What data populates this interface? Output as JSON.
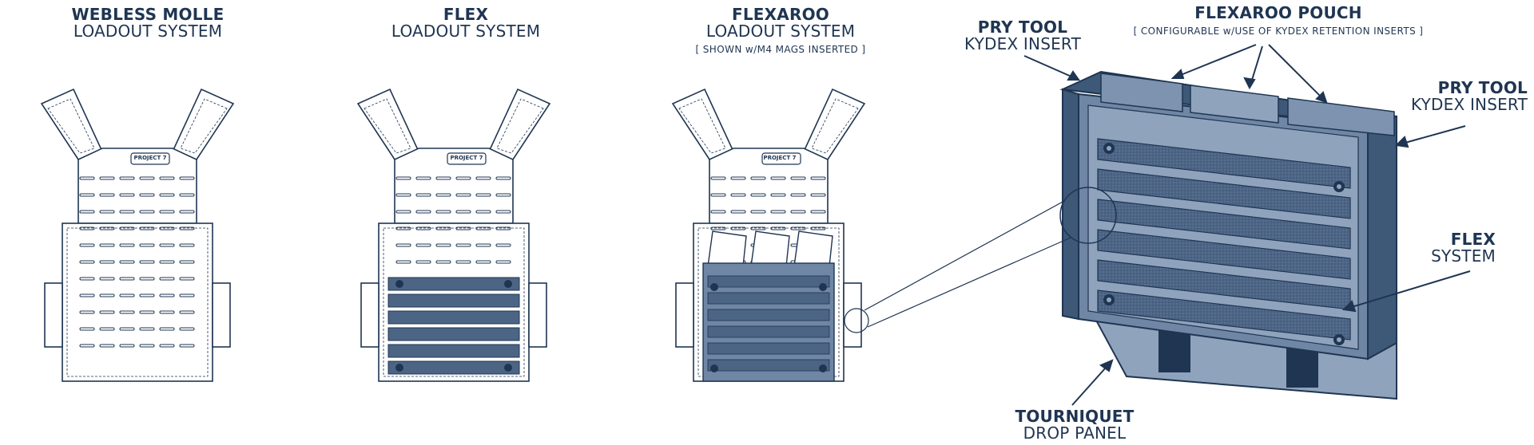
{
  "vest_1": {
    "title_bold": "WEBLESS MOLLE",
    "title_regular": "LOADOUT SYSTEM"
  },
  "vest_2": {
    "title_bold": "FLEX",
    "title_regular": "LOADOUT SYSTEM"
  },
  "vest_3": {
    "title_bold": "FLEXAROO",
    "title_regular": "LOADOUT SYSTEM",
    "note": "[ SHOWN w/M4 MAGS INSERTED ]"
  },
  "brand_tag": "PROJECT 7",
  "pouch": {
    "title": "FLEXAROO POUCH",
    "subtitle": "[ CONFIGURABLE w/USE OF KYDEX RETENTION INSERTS ]",
    "callout_left": {
      "bold": "PRY TOOL",
      "regular": "KYDEX INSERT"
    },
    "callout_right": {
      "bold": "PRY TOOL",
      "regular": "KYDEX INSERT"
    },
    "callout_flex": {
      "bold": "FLEX",
      "regular": "SYSTEM"
    },
    "callout_drop": {
      "bold": "TOURNIQUET",
      "regular": "DROP PANEL"
    }
  },
  "colors": {
    "ink": "#1f3552",
    "panel": "#6f86a4",
    "panel_light": "#8fa3bd",
    "panel_dark": "#3e5878",
    "strap": "#4d6585"
  }
}
